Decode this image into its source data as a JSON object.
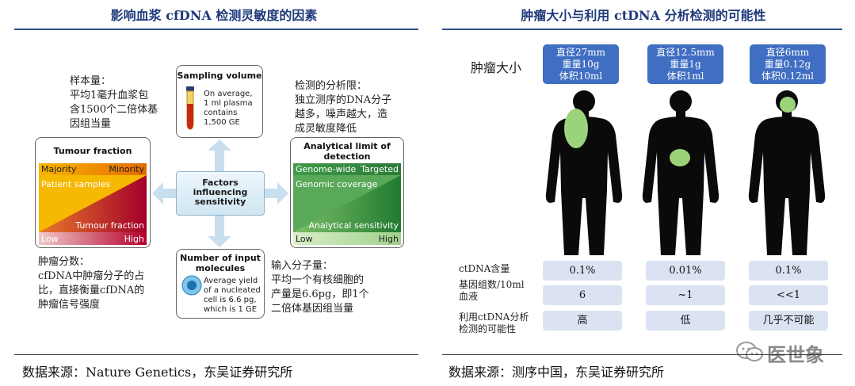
{
  "left": {
    "title": "影响血浆 cfDNA 检测灵敏度的因素",
    "source": "数据来源：Nature Genetics，东吴证券研究所",
    "notes": {
      "sample": [
        "样本量：",
        "平均1毫升血浆包",
        "含1500个二倍体基",
        "因组当量"
      ],
      "limit": [
        "检测的分析限：",
        "独立测序的DNA分子",
        "越多，噪声越大，造",
        "成灵敏度降低"
      ],
      "tumour": [
        "肿瘤分数：",
        "cfDNA中肿瘤分子的占",
        "比，直接衡量cfDNA的",
        "肿瘤信号强度"
      ],
      "input": [
        "输入分子量：",
        "平均一个有核细胞的",
        "产量是6.6pg，即1个",
        "二倍体基因组当量"
      ]
    },
    "sampling": {
      "title": "Sampling volume",
      "text": [
        "On average,",
        "1 ml plasma",
        "contains",
        "1,500 GE"
      ]
    },
    "center": [
      "Factors",
      "influencing",
      "sensitivity"
    ],
    "tumour_fraction": {
      "title": "Tumour fraction",
      "majority": "Majority",
      "minority": "Minority",
      "patient": "Patient samples",
      "tf": "Tumour fraction",
      "low": "Low",
      "high": "High"
    },
    "analytical": {
      "title": [
        "Analytical limit of",
        "detection"
      ],
      "genome_wide": "Genome-wide",
      "targeted": "Targeted",
      "coverage": "Genomic coverage",
      "sensitivity": "Analytical sensitivity",
      "low": "Low",
      "high": "High"
    },
    "input_mol": {
      "title": [
        "Number of input",
        "molecules"
      ],
      "text": [
        "Average yield",
        "of a nucleated",
        "cell is 6.6 pg,",
        "which is 1 GE"
      ]
    },
    "colors": {
      "tumour_top": "#f5a200",
      "tumour_bottom": "#b3002a",
      "analytical_top": "#9fd08a",
      "analytical_bottom": "#1f7a2f",
      "arrow": "#c7dfee"
    }
  },
  "right": {
    "title": "肿瘤大小与利用 ctDNA 分析检测的可能性",
    "source": "数据来源：测序中国，东吴证券研究所",
    "size_label": "肿瘤大小",
    "tumours": [
      {
        "lines": [
          "直径27mm",
          "重量10g",
          "体积10ml"
        ],
        "ctdna": "0.1%",
        "ge": "6",
        "feasibility": "高"
      },
      {
        "lines": [
          "直径12.5mm",
          "重量1g",
          "体积1ml"
        ],
        "ctdna": "0.01%",
        "ge": "~1",
        "feasibility": "低"
      },
      {
        "lines": [
          "直径6mm",
          "重量0.12g",
          "体积0.12ml"
        ],
        "ctdna": "0.1%",
        "ge": "<<1",
        "feasibility": "几乎不可能"
      }
    ],
    "row_labels": {
      "ctdna": "ctDNA含量",
      "ge": [
        "基因组数/10ml",
        "血液"
      ],
      "feasibility": [
        "利用ctDNA分析",
        "检测的可能性"
      ]
    },
    "watermark": "医世象",
    "colors": {
      "stat_box": "#3f6ec2",
      "cell": "#dbe3f2",
      "tumour_dot": "#9bd37a",
      "silhouette": "#0a0a0a"
    }
  }
}
